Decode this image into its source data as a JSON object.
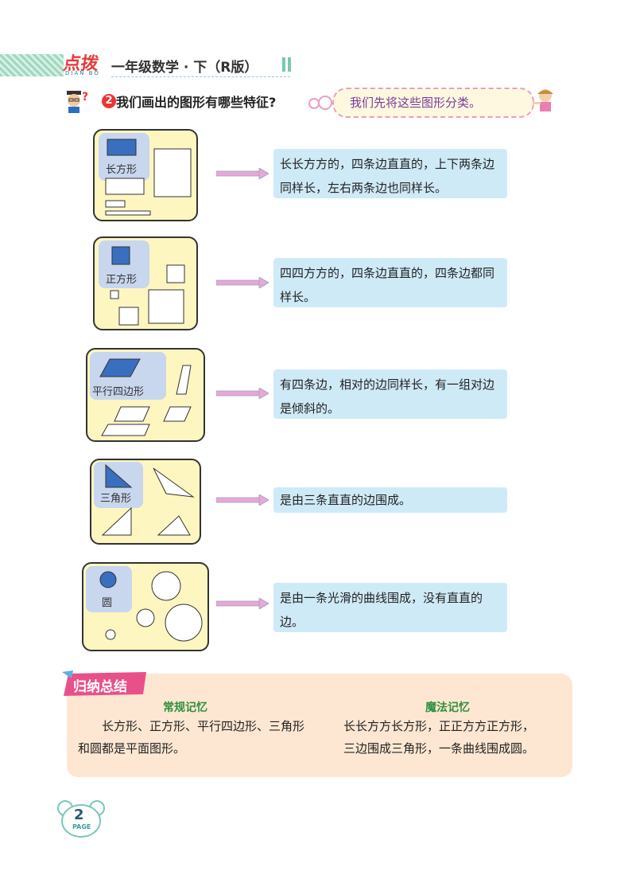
{
  "header": {
    "logo": "点拨",
    "logo_sub": "DIAN BO",
    "title": "一年级数学 · 下（R版）"
  },
  "question": {
    "number": "2",
    "text": "我们画出的图形有哪些特征?",
    "reply": "我们先将这些图形分类。"
  },
  "shapes": [
    {
      "label": "长方形",
      "description": "长长方方的，四条边直直的，上下两条边同样长，左右两条边也同样长。"
    },
    {
      "label": "正方形",
      "description": "四四方方的，四条边直直的，四条边都同样长。"
    },
    {
      "label": "平行四边形",
      "description": "有四条边，相对的边同样长，有一组对边是倾斜的。"
    },
    {
      "label": "三角形",
      "description": "是由三条直直的边围成。"
    },
    {
      "label": "圆",
      "description": "是由一条光滑的曲线围成，没有直直的边。"
    }
  ],
  "summary": {
    "tag": "归纳总结",
    "left_heading": "常规记忆",
    "left_text": "长方形、正方形、平行四边形、三角形和圆都是平面图形。",
    "right_heading": "魔法记忆",
    "right_line1": "长长方方长方形，正正方方正方形，",
    "right_line2": "三边围成三角形，一条曲线围成圆。"
  },
  "page": {
    "number": "2",
    "word": "PAGE"
  },
  "colors": {
    "panel": "#fdf6c0",
    "tag": "#c8d6ee",
    "shape_fill": "#3a6fc0",
    "desc_bg": "#cfeaf7",
    "summary_bg": "#fde7d2",
    "arrow": "#e9a7d6"
  }
}
